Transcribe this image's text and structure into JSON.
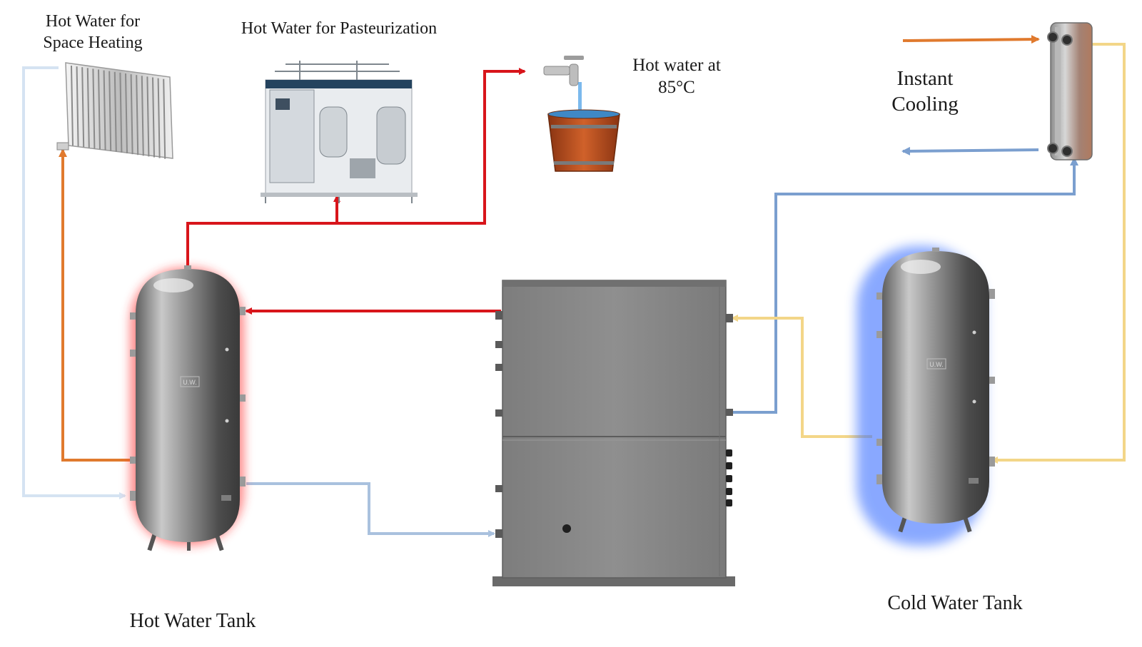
{
  "labels": {
    "space_heating": "Hot Water for\nSpace Heating",
    "pasteurization": "Hot Water for Pasteurization",
    "hot_water_85": "Hot water at\n85°C",
    "instant_cooling": "Instant\nCooling",
    "hot_water_tank": "Hot Water Tank",
    "cold_water_tank": "Cold Water Tank"
  },
  "tank_markings": {
    "hot_tank_plate": "U.W.",
    "cold_tank_plate": "U.W."
  },
  "colors": {
    "hot_supply": "#d8151b",
    "warm_return": "#e07a2e",
    "cool_return": "#a9c1de",
    "light_return": "#d5e3f2",
    "chilled": "#7b9fcf",
    "chiller_return": "#f3d688",
    "hot_glow": "#ff3b3b",
    "cold_glow": "#4d7fff",
    "heat_pump_body": "#8b8b8b"
  }
}
